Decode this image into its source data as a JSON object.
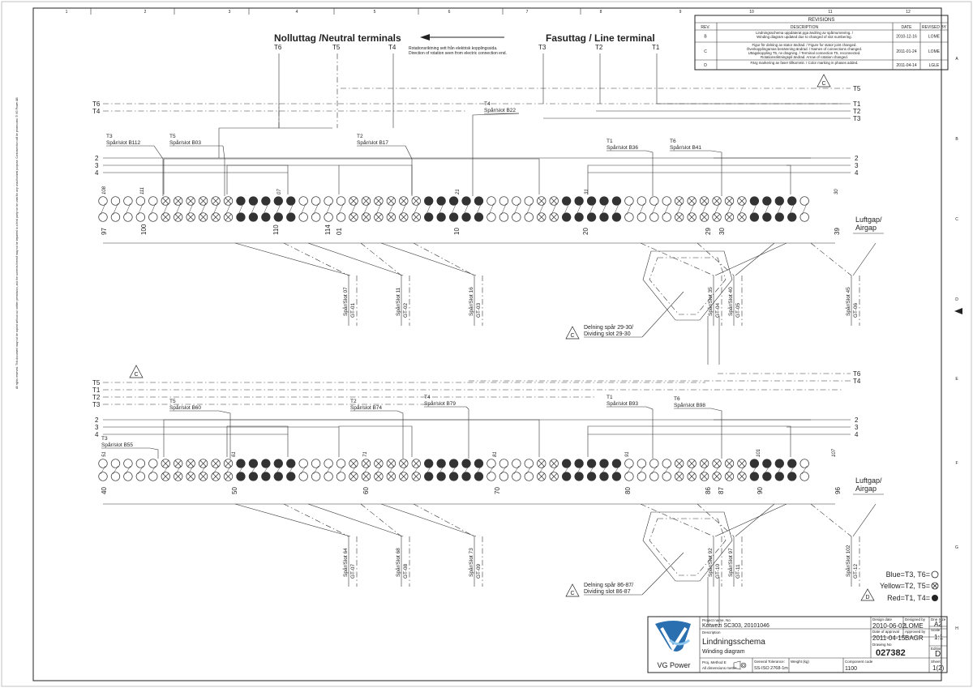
{
  "title_left": "Nolluttag /Neutral terminals",
  "title_right": "Fasuttag / Line terminal",
  "rotation_note": [
    "Rotationsriktning sett från elektrisk kopplingssida.",
    "Direction of rotation seen from electric connection end."
  ],
  "terminals_top": [
    "T6",
    "T5",
    "T4",
    "T3",
    "T2",
    "T1"
  ],
  "revisions": {
    "title": "REVISIONS",
    "headers": [
      "REV.",
      "DESCRIPTION",
      "DATE",
      "REVISED BY"
    ],
    "rows": [
      {
        "rev": "B",
        "lines": [
          "Lindningsschema uppdaterat pga ändring av spårnumrering. /",
          "Winding diagram updated due to changed of slot numbering."
        ],
        "date": "2010-12-16",
        "by": "LOME"
      },
      {
        "rev": "C",
        "lines": [
          "Figur för delning av stator ändrad. / Figure for stator joint changed.",
          "Överkopplingarnas benämning ändrad. / Names of connections changed.",
          "Uttagskoppling T5, nv dragning. / Terminal connection T5, reconnected.",
          "Rotationsriktningspil ändrad. Arrow of rotation changed."
        ],
        "date": "2011-01-24",
        "by": "LOME"
      },
      {
        "rev": "D",
        "lines": [
          "Färg markering av faser tillkommit. / Color marking in phases added."
        ],
        "date": "2011-04-14",
        "by": "LGLE"
      }
    ]
  },
  "top_section": {
    "bus_labels_left": [
      "T6",
      "T4"
    ],
    "bus_labels_right": [
      "T5",
      "T1",
      "T2",
      "T3"
    ],
    "phase_rows": [
      "2",
      "3",
      "4"
    ],
    "slot_callouts": [
      {
        "t": "T4",
        "s": "Spår/slot B22"
      },
      {
        "t": "T3",
        "s": "Spår/slot B112"
      },
      {
        "t": "T5",
        "s": "Spår/slot B03"
      },
      {
        "t": "T2",
        "s": "Spår/slot B17"
      },
      {
        "t": "T1",
        "s": "Spår/slot B36"
      },
      {
        "t": "T6",
        "s": "Spår/slot B41"
      }
    ],
    "slot_numbers_upper": [
      "108",
      "111",
      "07",
      "21",
      "31",
      "30"
    ],
    "slot_numbers_lower": [
      "97",
      "100",
      "110",
      "114",
      "01",
      "10",
      "20",
      "29",
      "30",
      "39"
    ],
    "groups": [
      {
        "slot": "Spår/Slot 07",
        "gt": "GT-01"
      },
      {
        "slot": "Spår/Slot 11",
        "gt": "GT-02"
      },
      {
        "slot": "Spår/Slot 16",
        "gt": "GT-03"
      },
      {
        "slot": "Spår/Slot 35",
        "gt": "GT-04"
      },
      {
        "slot": "Spår/Slot 40",
        "gt": "GT-05"
      },
      {
        "slot": "Spår/Slot 45",
        "gt": "GT-06"
      }
    ],
    "airgap": [
      "Luftgap/",
      "Airgap"
    ],
    "dividing": [
      "Delning spår 29-30/",
      "Dividing slot 29-30"
    ]
  },
  "bottom_section": {
    "bus_labels_left": [
      "T5",
      "T1",
      "T2",
      "T3"
    ],
    "bus_labels_right": [
      "T6",
      "T4"
    ],
    "phase_rows": [
      "2",
      "3",
      "4"
    ],
    "slot_callouts": [
      {
        "t": "T5",
        "s": "Spår/slot B60"
      },
      {
        "t": "T2",
        "s": "Spår/slot B74"
      },
      {
        "t": "T4",
        "s": "Spår/slot B79"
      },
      {
        "t": "T1",
        "s": "Spår/slot B93"
      },
      {
        "t": "T6",
        "s": "Spår/slot B98"
      },
      {
        "t": "T3",
        "s": "Spår/slot B55"
      }
    ],
    "slot_numbers_upper": [
      "51",
      "61",
      "71",
      "81",
      "91",
      "101",
      "107"
    ],
    "slot_numbers_lower": [
      "40",
      "50",
      "60",
      "70",
      "80",
      "86",
      "87",
      "90",
      "96"
    ],
    "groups": [
      {
        "slot": "Spår/Slot 64",
        "gt": "GT-07"
      },
      {
        "slot": "Spår/Slot 68",
        "gt": "GT-08"
      },
      {
        "slot": "Spår/Slot 73",
        "gt": "GT-09"
      },
      {
        "slot": "Spår/Slot 92",
        "gt": "GT-10"
      },
      {
        "slot": "Spår/Slot 97",
        "gt": "GT-11"
      },
      {
        "slot": "Spår/Slot 102",
        "gt": "GT-12"
      }
    ],
    "airgap": [
      "Luftgap/",
      "Airgap"
    ],
    "dividing": [
      "Delning spår 86-87/",
      "Dividing slot 86-87"
    ]
  },
  "legend": [
    "Blue=T3, T6=",
    "Yellow=T2, T5=",
    "Red=T1, T4="
  ],
  "rev_tags": [
    "C",
    "D"
  ],
  "title_block": {
    "company": "VG Power",
    "project_label": "Project name, No",
    "project": "Kotwezi SC303, 20101046",
    "description_label": "Description",
    "description": "Lindningsschema",
    "description_en": "Winding diagram",
    "design_date_label": "Design date",
    "design_date": "2010-06-02",
    "designed_by_label": "Designed by",
    "designed_by": "LOME",
    "approval_date_label": "Date of approval",
    "approval_date": "2011-04-15",
    "approved_by_label": "Approved by",
    "approved_by": "BAGR",
    "size_label": "Dne Size",
    "size": "A2",
    "scale_label": "Scale",
    "scale": "1:1",
    "drawing_no_label": "Drawing No",
    "drawing_no": "027382",
    "edition_label": "Edition",
    "edition": "D",
    "sheet_label": "Sheet",
    "sheet": "1(2)",
    "proj_method": "Proj. Method E",
    "dims": "All dimensions metric",
    "tolerance_label": "General Tolerance:",
    "tolerance": "SS-ISO 2768-1m",
    "weight_label": "Weight (kg)",
    "component_label": "Component code",
    "component": "1100"
  },
  "margin_note": "All rights reserved. This document may not be copied without our written permission, and the contents thereof may not be imparted to a third party nor be used for any unauthorized purpose. Contravention will be prosecuted. © VG Power AB",
  "grid_numbers": [
    "1",
    "2",
    "3",
    "4",
    "5",
    "6",
    "7",
    "8",
    "9",
    "10",
    "11",
    "12"
  ],
  "grid_letters": [
    "A",
    "B",
    "C",
    "D",
    "E",
    "F",
    "G",
    "H"
  ]
}
